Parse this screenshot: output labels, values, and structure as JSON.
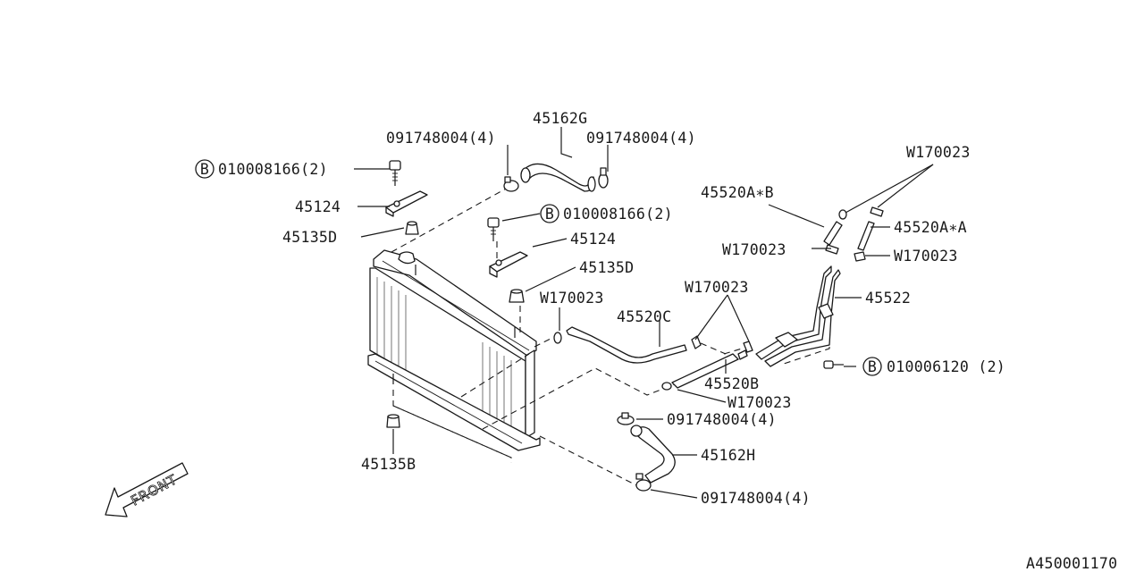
{
  "labels": {
    "hose_45162g": "45162G",
    "clamp_top_left": "091748004(4)",
    "clamp_top_right": "091748004(4)",
    "bolt_top_left": "010008166(2)",
    "bracket_left": "45124",
    "cushion_left": "45135D",
    "bolt_mid": "010008166(2)",
    "bracket_right": "45124",
    "cushion_right": "45135D",
    "w_top_right": "W170023",
    "hose_45520ab": "45520A∗B",
    "hose_45520aa": "45520A∗A",
    "w_left_of_pipe": "W170023",
    "w_right_of_pipe": "W170023",
    "pipe_45522": "45522",
    "w_center_left": "W170023",
    "w_center_right": "W170023",
    "hose_45520c": "45520C",
    "bolt_lower_right": "010006120 (2)",
    "hose_45520b": "45520B",
    "w_lower": "W170023",
    "clamp_lower_top": "091748004(4)",
    "hose_45162h": "45162H",
    "clamp_lower_bottom": "091748004(4)",
    "cushion_bottom": "45135B",
    "front": "FRONT",
    "diagram_code": "A450001170"
  },
  "badges": {
    "bolt_marker": "B"
  }
}
